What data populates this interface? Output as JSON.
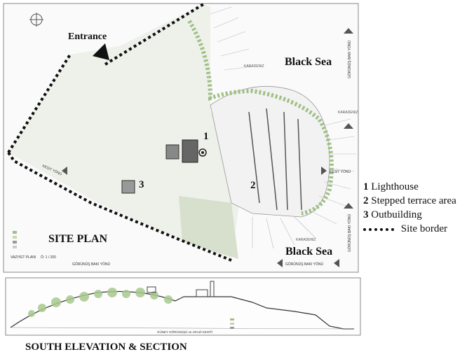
{
  "labels": {
    "entrance": "Entrance",
    "black_sea_top": "Black Sea",
    "black_sea_bottom": "Black Sea",
    "site_plan": "SITE PLAN",
    "section_title": "SOUTH ELEVATION & SECTION",
    "num1": "1",
    "num2": "2",
    "num3": "3",
    "karadeniz_1": "KARADENIZ",
    "karadeniz_2": "KARADENIZ",
    "karadeniz_3": "KARADENIZ",
    "gorunus_side_right_top": "GÖRÜNÜŞ BAKI YÖNÜ",
    "gorunus_side_right_bottom": "GÖRÜNÜŞ BAKI YÖNÜ",
    "gorunus_bottom_left": "GÖRÜNÜŞ BAKI YÖNÜ",
    "gorunus_bottom_right": "GÖRÜNÜŞ BAKI YÖNÜ",
    "kesit_left": "KESİT YÖNÜ",
    "kesit_right": "KESİT YÖNÜ",
    "vaziyet": "VAZIYET PLANI",
    "scale": "Ö: 1 / 200",
    "section_caption": "GÜNEY GÖRÜNÜŞÜ ve ARAZİ KESİTİ"
  },
  "legend": [
    {
      "num": "1",
      "text": "Lighthouse"
    },
    {
      "num": "2",
      "text": "Stepped terrace area"
    },
    {
      "num": "3",
      "text": "Outbuilding"
    },
    {
      "num": "",
      "text": "Site border"
    }
  ]
}
